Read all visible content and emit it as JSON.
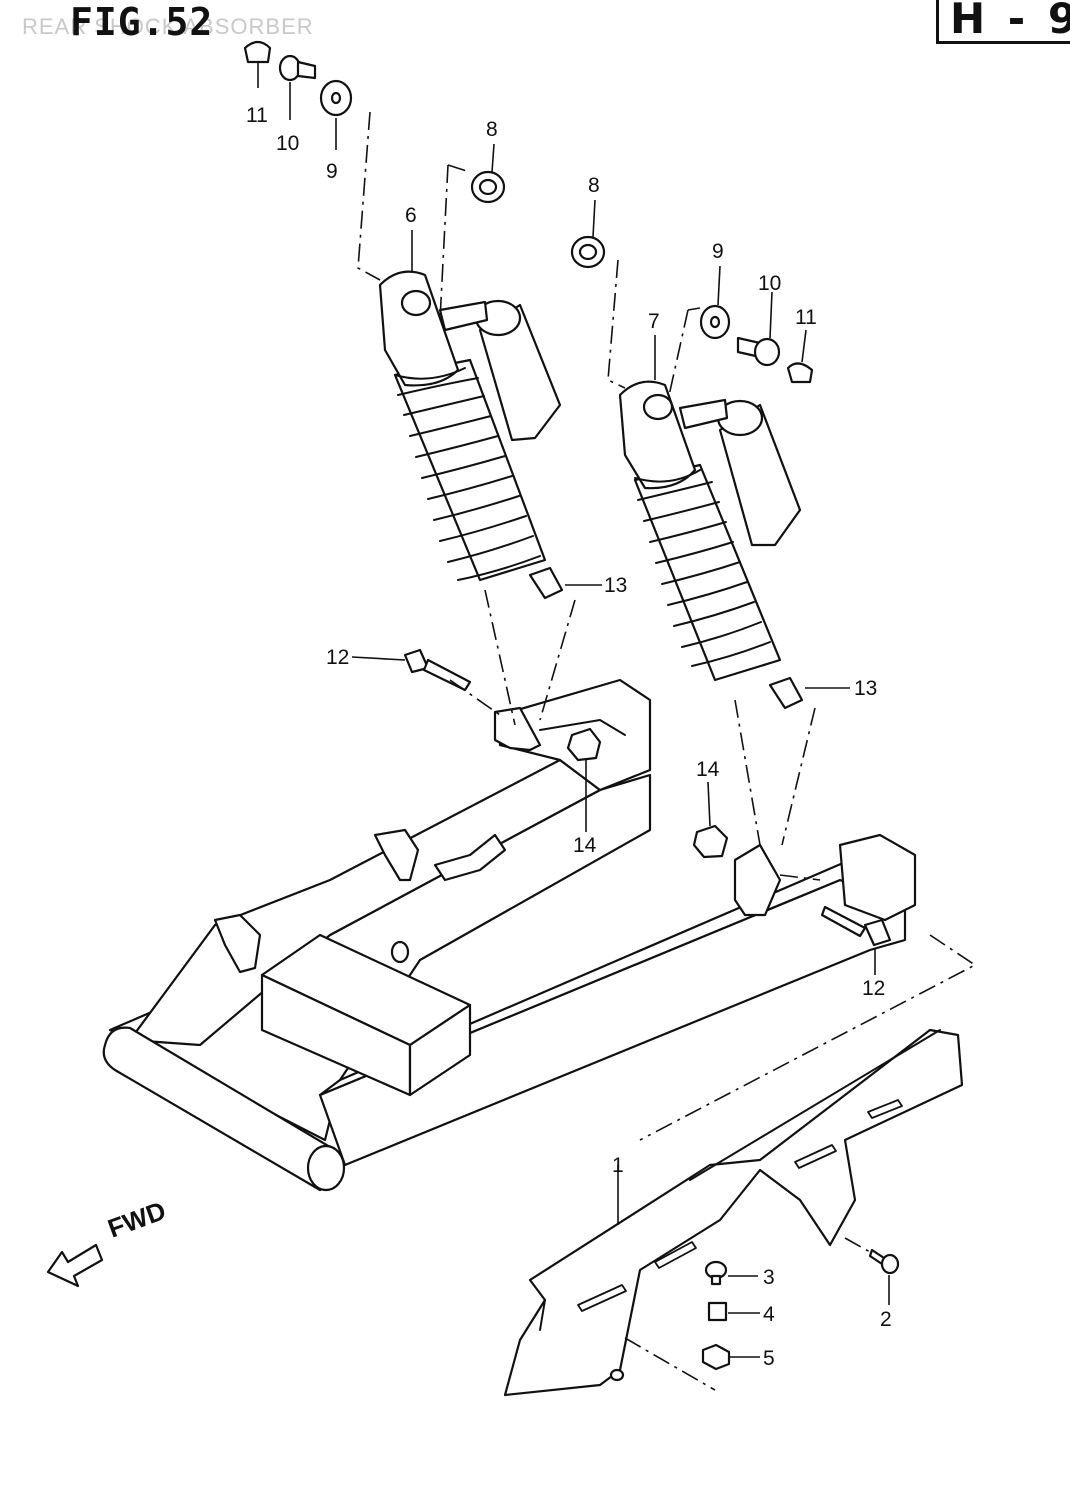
{
  "figure": {
    "title": "FIG.52",
    "subtitle": "REAR SHOCK ABSORBER",
    "section_code": "H - 9",
    "direction_label": "FWD"
  },
  "callouts": [
    {
      "id": "c1",
      "text": "1"
    },
    {
      "id": "c2",
      "text": "2"
    },
    {
      "id": "c3",
      "text": "3"
    },
    {
      "id": "c4",
      "text": "4"
    },
    {
      "id": "c5",
      "text": "5"
    },
    {
      "id": "c6",
      "text": "6"
    },
    {
      "id": "c7",
      "text": "7"
    },
    {
      "id": "c8a",
      "text": "8"
    },
    {
      "id": "c8b",
      "text": "8"
    },
    {
      "id": "c9a",
      "text": "9"
    },
    {
      "id": "c9b",
      "text": "9"
    },
    {
      "id": "c10a",
      "text": "10"
    },
    {
      "id": "c10b",
      "text": "10"
    },
    {
      "id": "c11a",
      "text": "11"
    },
    {
      "id": "c11b",
      "text": "11"
    },
    {
      "id": "c12a",
      "text": "12"
    },
    {
      "id": "c12b",
      "text": "12"
    },
    {
      "id": "c13a",
      "text": "13"
    },
    {
      "id": "c13b",
      "text": "13"
    },
    {
      "id": "c14a",
      "text": "14"
    },
    {
      "id": "c14b",
      "text": "14"
    }
  ]
}
